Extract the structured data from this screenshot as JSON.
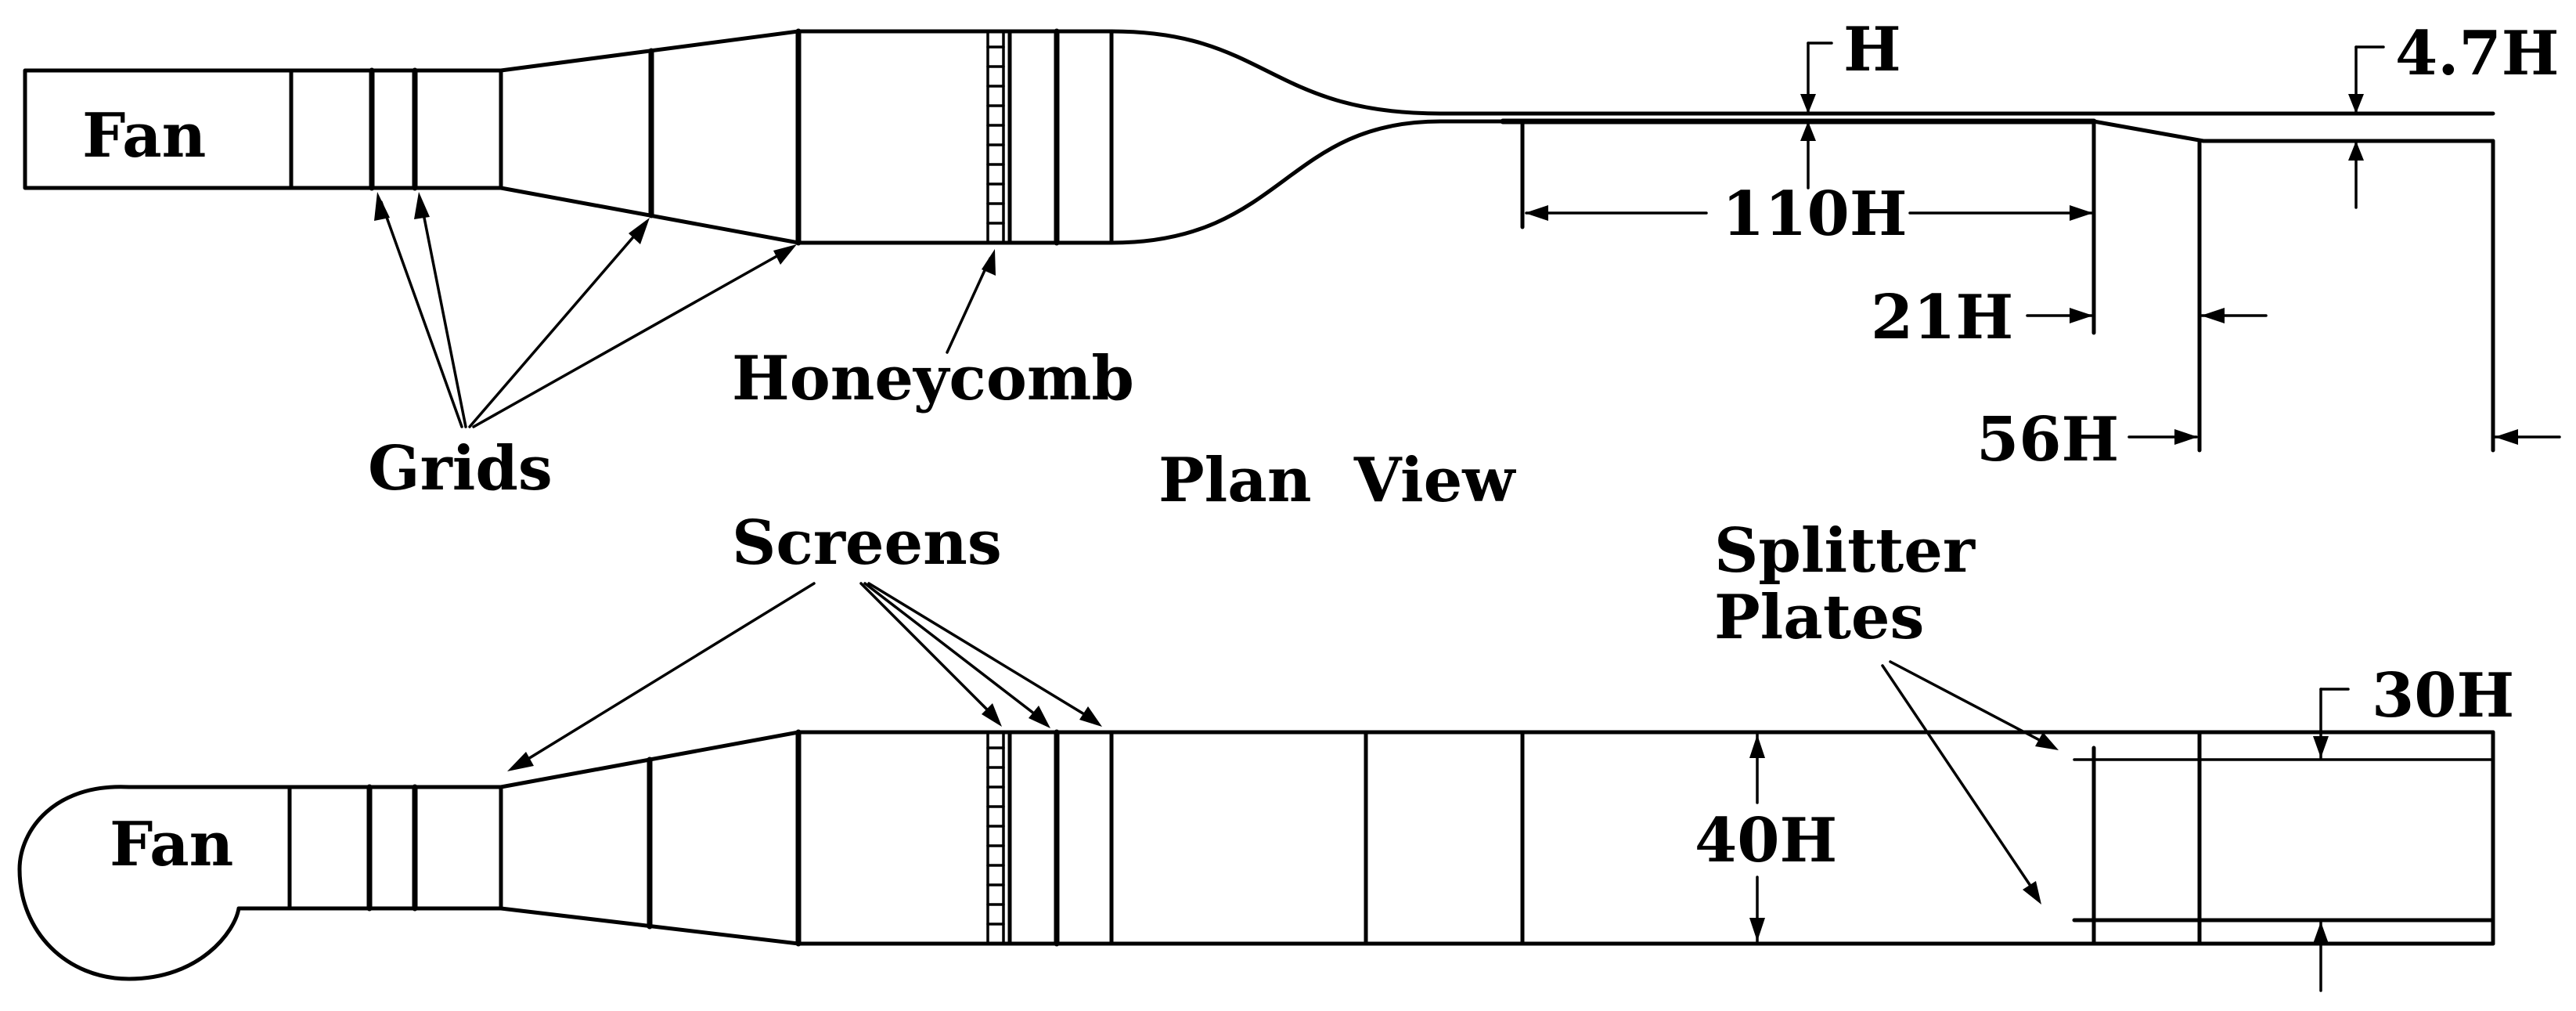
{
  "labels": {
    "fan_top": "Fan",
    "fan_bottom": "Fan",
    "grids": "Grids",
    "honeycomb": "Honeycomb",
    "plan_view": "Plan  View",
    "screens": "Screens",
    "splitter_line1": "Splitter",
    "splitter_line2": "Plates",
    "dim_h": "H",
    "dim_4_7h": "4.7H",
    "dim_110h": "110H",
    "dim_21h": "21H",
    "dim_56h": "56H",
    "dim_30h": "30H",
    "dim_40h": "40H"
  }
}
